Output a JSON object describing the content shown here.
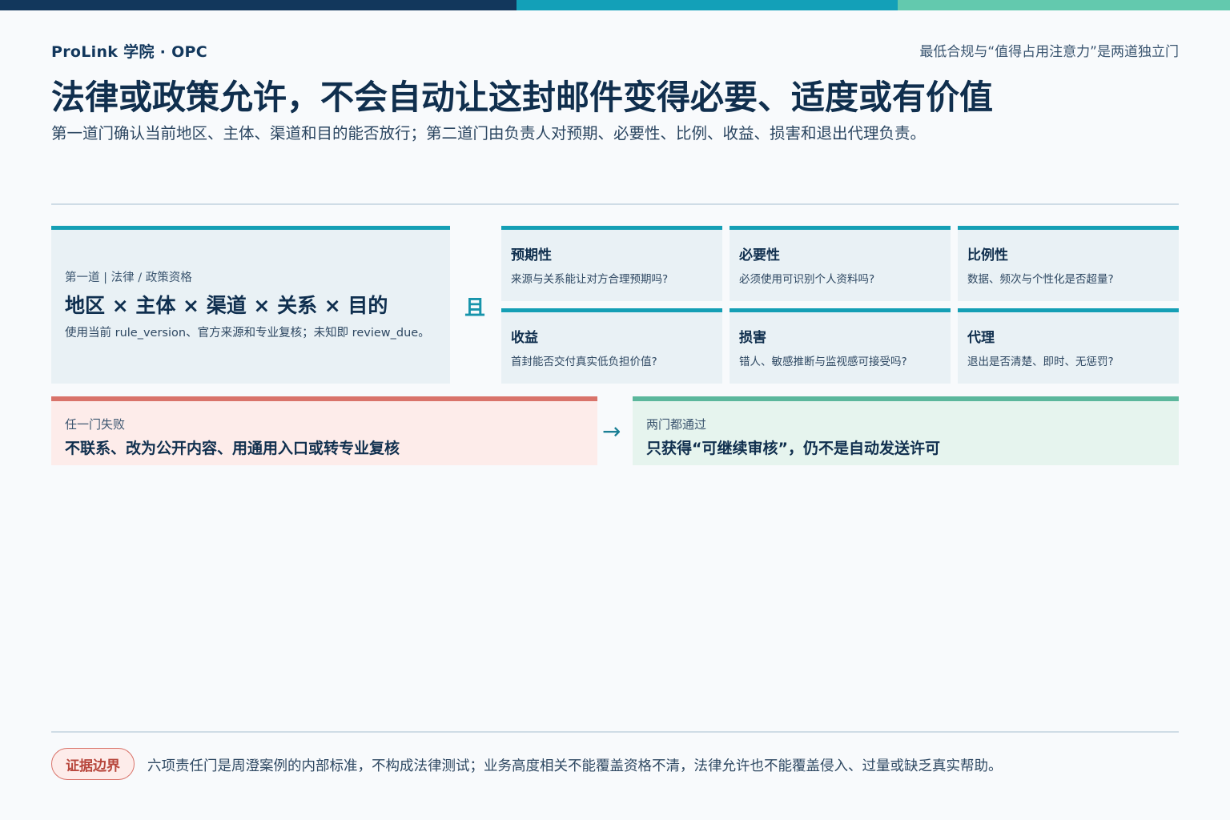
{
  "header": {
    "brand": "ProLink 学院 · OPC",
    "tagline": "最低合规与“值得占用注意力”是两道独立门",
    "title": "法律或政策允许，不会自动让这封邮件变得必要、适度或有价值",
    "subtitle": "第一道门确认当前地区、主体、渠道和目的能否放行；第二道门由负责人对预期、必要性、比例、收益、损害和退出代理负责。"
  },
  "gate1": {
    "kicker": "第一道 | 法律 / 政策资格",
    "formula": "地区 × 主体 × 渠道 × 关系 × 目的",
    "note": "使用当前 rule_version、官方来源和专业复核；未知即 review_due。"
  },
  "connector": "且",
  "criteria": [
    {
      "name": "预期性",
      "question": "来源与关系能让对方合理预期吗?"
    },
    {
      "name": "必要性",
      "question": "必须使用可识别个人资料吗?"
    },
    {
      "name": "比例性",
      "question": "数据、频次与个性化是否超量?"
    },
    {
      "name": "收益",
      "question": "首封能否交付真实低负担价值?"
    },
    {
      "name": "损害",
      "question": "错人、敏感推断与监视感可接受吗?"
    },
    {
      "name": "代理",
      "question": "退出是否清楚、即时、无惩罚?"
    }
  ],
  "outcomes": {
    "fail": {
      "label": "任一门失败",
      "action": "不联系、改为公开内容、用通用入口或转专业复核"
    },
    "arrow": "→",
    "pass": {
      "label": "两门都通过",
      "action": "只获得“可继续审核”，仍不是自动发送许可"
    }
  },
  "footer": {
    "badge": "证据边界",
    "note": "六项责任门是周澄案例的内部标准，不构成法律测试；业务高度相关不能覆盖资格不清，法律允许也不能覆盖侵入、过量或缺乏真实帮助。"
  },
  "colors": {
    "navy": "#12375c",
    "teal": "#13a0b8",
    "mint": "#63c9ae",
    "fail_accent": "#d9736a",
    "pass_accent": "#5bb79c"
  }
}
